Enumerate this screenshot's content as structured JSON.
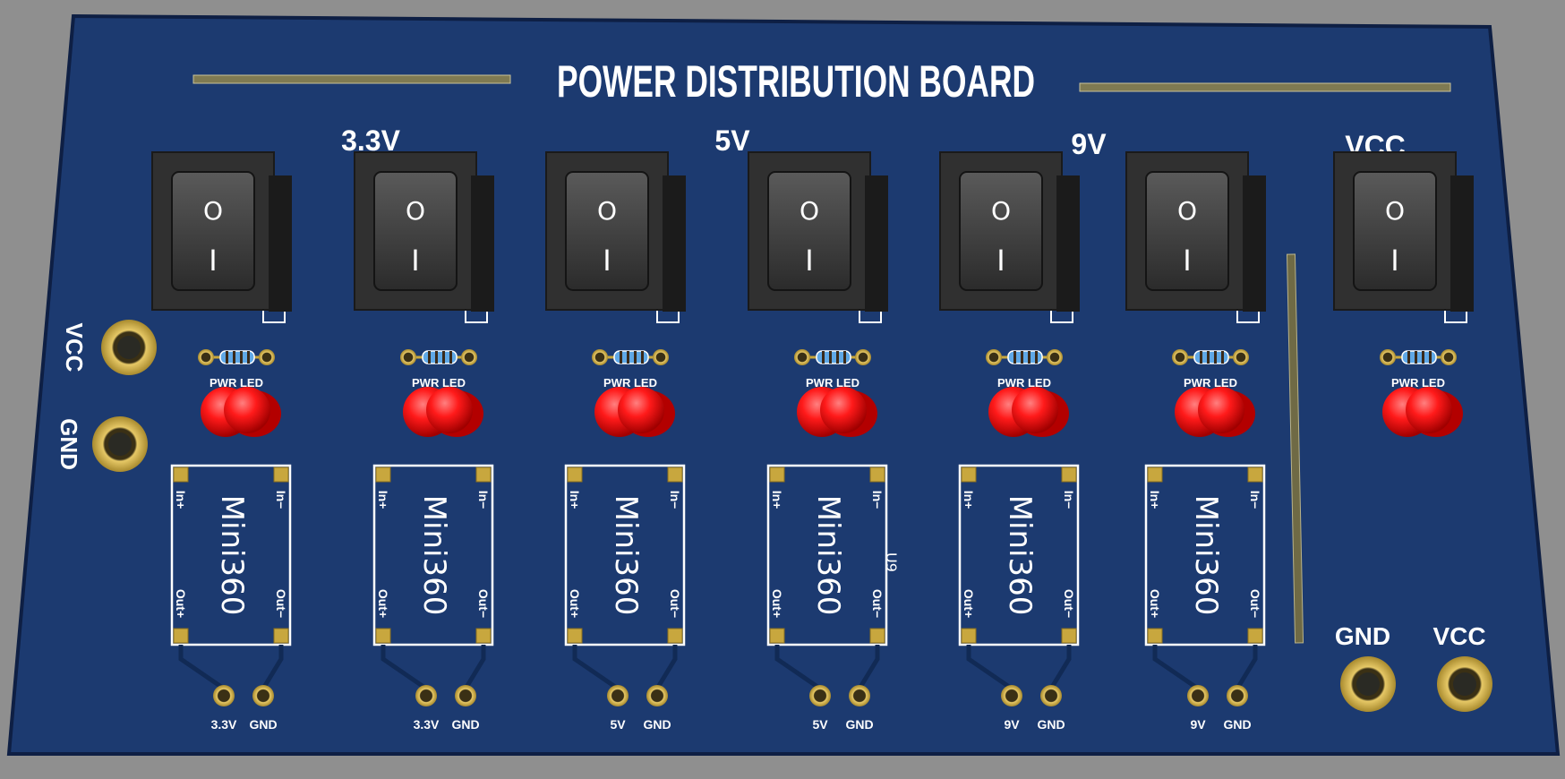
{
  "board": {
    "title": "POWER DISTRIBUTION BOARD",
    "colors": {
      "pcb": "#1c3a70",
      "pcb_edge": "#0e1f44",
      "silkscreen": "#ffffff",
      "copper": "#c8a73e",
      "led": "#ff1a1a",
      "switch": "#2a2a2a",
      "trace": "#16305e"
    }
  },
  "group_labels": [
    "3.3V",
    "5V",
    "9V",
    "VCC"
  ],
  "left_terminals": [
    {
      "label": "VCC"
    },
    {
      "label": "GND"
    }
  ],
  "right_terminals": [
    {
      "label": "GND"
    },
    {
      "label": "VCC"
    }
  ],
  "led_label": "PWR LED",
  "switch_symbols": {
    "off": "O",
    "on": "I"
  },
  "module": {
    "name": "Mini360",
    "pins": {
      "in_plus": "In+",
      "in_minus": "In−",
      "out_plus": "Out+",
      "out_minus": "Out−"
    }
  },
  "designator": "U9",
  "columns": [
    {
      "out_label": "3.3V",
      "gnd_label": "GND"
    },
    {
      "out_label": "3.3V",
      "gnd_label": "GND"
    },
    {
      "out_label": "5V",
      "gnd_label": "GND"
    },
    {
      "out_label": "5V",
      "gnd_label": "GND"
    },
    {
      "out_label": "9V",
      "gnd_label": "GND"
    },
    {
      "out_label": "9V",
      "gnd_label": "GND"
    },
    {
      "out_label": "",
      "gnd_label": ""
    }
  ]
}
